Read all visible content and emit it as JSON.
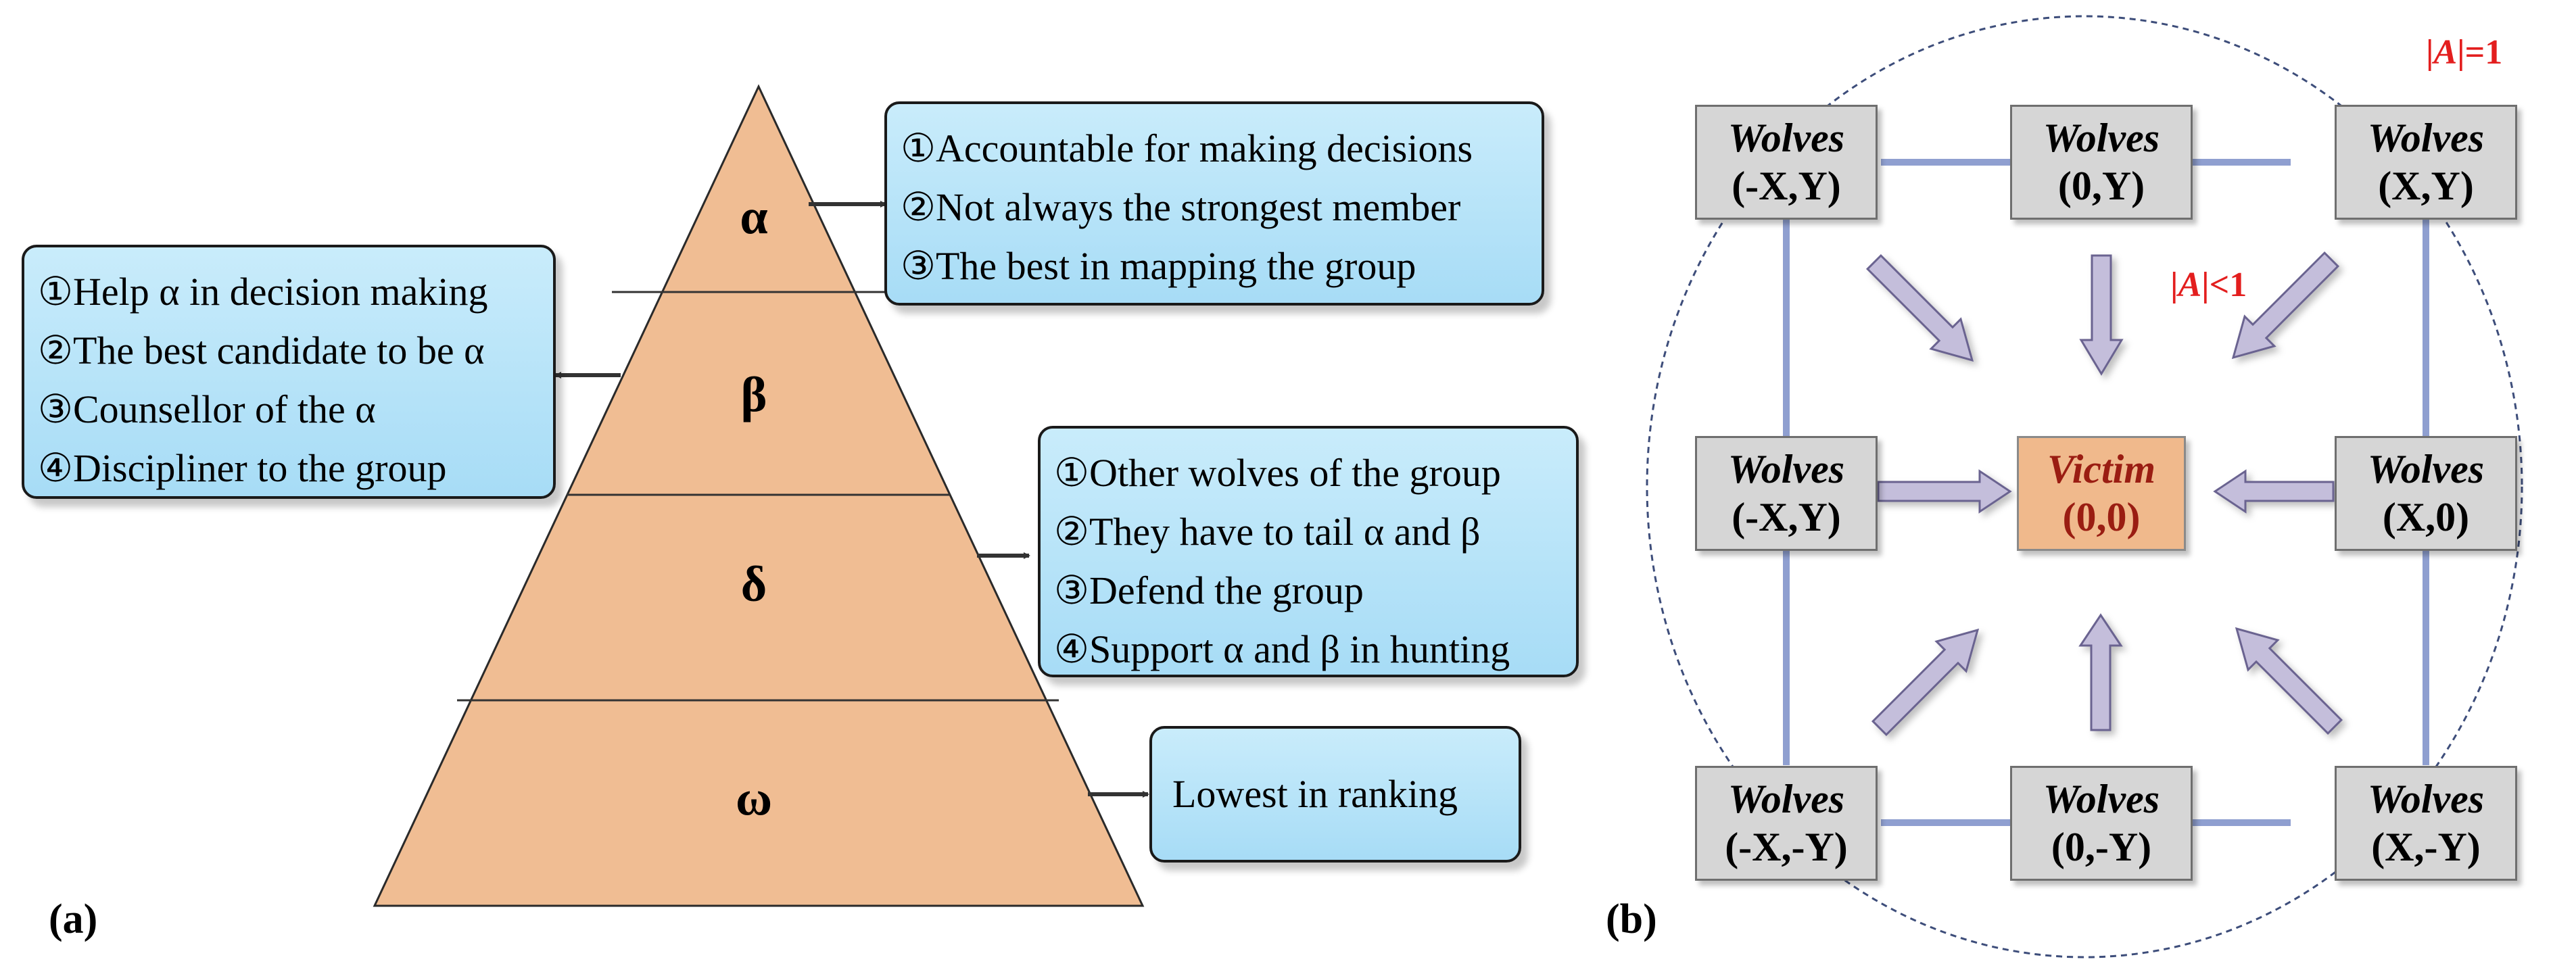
{
  "panel_a": {
    "label": "(a)",
    "tiers": [
      "α",
      "β",
      "δ",
      "ω"
    ],
    "callouts": {
      "alpha": [
        "①Accountable for making decisions",
        "②Not always the strongest member",
        "③The best in mapping the group"
      ],
      "beta": [
        "①Help α in decision making",
        "②The best candidate to be α",
        "③Counsellor of the α",
        "④Discipliner to the group"
      ],
      "delta": [
        "①Other wolves of the group",
        "②They have to tail α and β",
        "③Defend the group",
        "④Support α and β in hunting"
      ],
      "omega": [
        "Lowest in ranking"
      ]
    },
    "colors": {
      "pyramid": "#f0bd93",
      "callout": "#b3e2f8"
    }
  },
  "panel_b": {
    "label": "(b)",
    "outer_condition": {
      "lhs": "A",
      "op": "=1"
    },
    "inner_condition": {
      "lhs": "A",
      "op": "<1"
    },
    "nodes": [
      {
        "title": "Wolves",
        "coord": "(-X,Y)"
      },
      {
        "title": "Wolves",
        "coord": "(0,Y)"
      },
      {
        "title": "Wolves",
        "coord": "(X,Y)"
      },
      {
        "title": "Wolves",
        "coord": "(-X,Y)"
      },
      {
        "title": "Victim",
        "coord": "(0,0)"
      },
      {
        "title": "Wolves",
        "coord": "(X,0)"
      },
      {
        "title": "Wolves",
        "coord": "(-X,-Y)"
      },
      {
        "title": "Wolves",
        "coord": "(0,-Y)"
      },
      {
        "title": "Wolves",
        "coord": "(X,-Y)"
      }
    ],
    "colors": {
      "wolf": "#d6d6d6",
      "victim": "#f0b98c",
      "connector": "#8f9fd0",
      "arrow": "#c4bedb",
      "threshold": "#e31e1e"
    }
  }
}
